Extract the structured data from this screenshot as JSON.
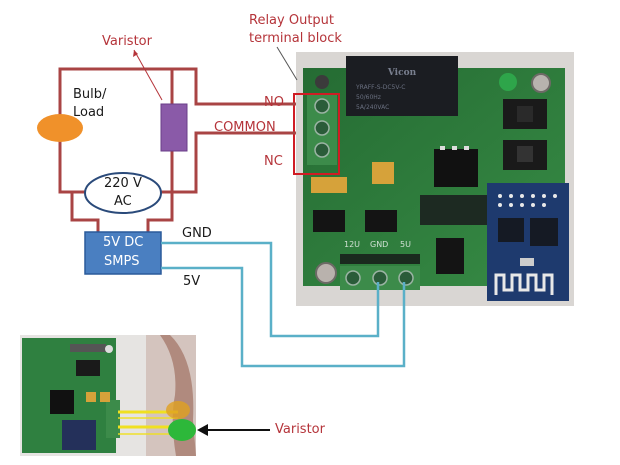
{
  "labels": {
    "varistor_top": "Varistor",
    "relay_output_line1": "Relay Output",
    "relay_output_line2": "terminal block",
    "bulb_line1": "Bulb/",
    "bulb_line2": "Load",
    "no": "NO",
    "common": "COMMON",
    "nc": "NC",
    "ac_line1": "220 V",
    "ac_line2": "AC",
    "smps_line1": "5V DC",
    "smps_line2": "SMPS",
    "gnd": "GND",
    "v5": "5V",
    "varistor_bottom": "Varistor"
  },
  "board": {
    "relay_brand": "Vicon",
    "relay_model": "YRAFF-S-DC5V-C",
    "relay_freq": "50/60Hz",
    "relay_rating": "5A/240VAC",
    "power_pins": [
      "12U",
      "GND",
      "5U"
    ]
  },
  "colors": {
    "ac_wire": "#a94444",
    "dc_wire": "#5ab0c8",
    "bulb": "#f0912a",
    "varistor_body": "#8a5aa8",
    "smps_fill": "#4a7fc1",
    "annotation_red": "#b5343a",
    "highlight_box": "#d01c24",
    "pcb_green": "#2e7d3e",
    "esp_blue": "#1e3a6e"
  }
}
